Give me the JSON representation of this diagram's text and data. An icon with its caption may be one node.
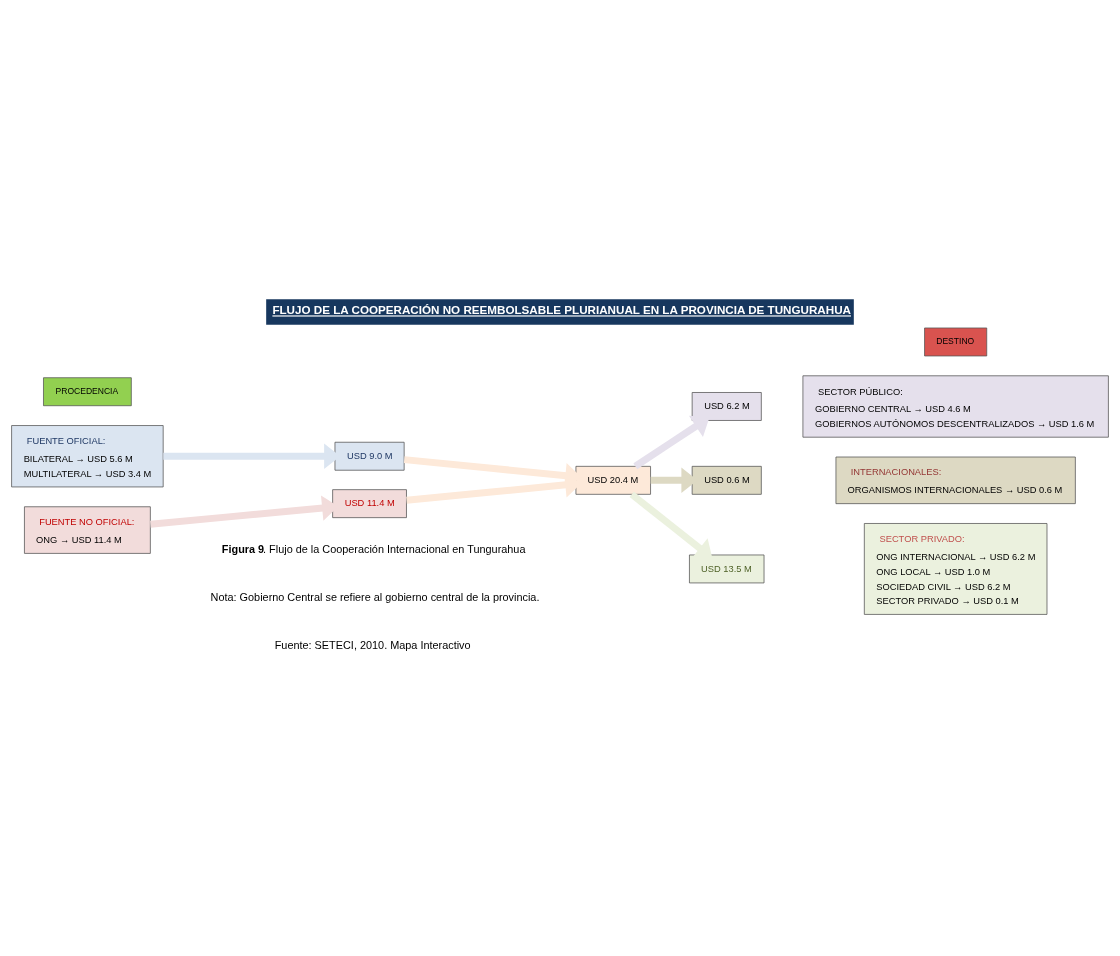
{
  "diagram": {
    "title": "FLUJO DE LA COOPERACIÓN NO REEMBOLSABLE PLURIANUAL EN LA PROVINCIA DE TUNGURAHUA",
    "caption": "**Figura 9**. Flujo de la Cooperación Internacional en Tungurahua",
    "nodes": [
      {
        "text": [
          "PROCEDENCIA"
        ]
      },
      {
        "text": [
          "DESTINO"
        ]
      },
      {
        "text": [
          "FUENTE OFICIAL:",
          "BILATERAL → USD 5.6 M",
          "MULTILATERAL → USD 3.4 M"
        ]
      },
      {
        "text": [
          "USD 9.0 M"
        ]
      },
      {
        "text": [
          "USD 11.4 M"
        ]
      },
      {
        "text": [
          "FUENTE NO OFICIAL:",
          "ONG → USD 11.4 M"
        ]
      },
      {
        "text": [
          "USD 20.4 M"
        ]
      },
      {
        "text": [
          "USD 6.2 M"
        ]
      },
      {
        "text": [
          "USD 0.6 M"
        ]
      },
      {
        "text": [
          "USD 13.5 M"
        ]
      },
      {
        "text": [
          "SECTOR PÚBLICO:",
          "GOBIERNO CENTRAL → USD 4.6 M",
          "GOBIERNOS AUTÓNOMOS DESCENTRALIZADOS → USD 1.6 M"
        ]
      },
      {
        "text": [
          "INTERNACIONALES:",
          "ORGANISMOS INTERNACIONALES → USD 0.6 M"
        ]
      },
      {
        "text": [
          "SECTOR PRIVADO:",
          "ONG INTERNACIONAL → USD 6.2 M",
          "ONG LOCAL → USD 1.0 M",
          "SOCIEDAD CIVIL → USD 6.2 M",
          "SECTOR PRIVADO → USD 0.1 M"
        ]
      }
    ],
    "edges": [
      {
        "from": 2,
        "to": 3,
        "arrow": "to",
        "color": "#dbe5f1"
      },
      {
        "from": 5,
        "to": 4,
        "arrow": "to",
        "color": "#f2dcdb"
      },
      {
        "from": 3,
        "to": 6,
        "arrow": "to",
        "color": "#fde9d9"
      },
      {
        "from": 4,
        "to": 6,
        "arrow": "to",
        "color": "#fde9d9"
      },
      {
        "from": 6,
        "to": 7,
        "arrow": "to",
        "color": "#e5e0ec"
      },
      {
        "from": 6,
        "to": 8,
        "arrow": "to",
        "color": "#ddd9c3"
      },
      {
        "from": 6,
        "to": 9,
        "arrow": "to",
        "color": "#ebf1de"
      }
    ],
    "labels": [
      "Nota: Gobierno Central se refiere al gobierno central de la provincia.",
      "Fuente: SETECI, 2010. Mapa Interactivo"
    ]
  }
}
